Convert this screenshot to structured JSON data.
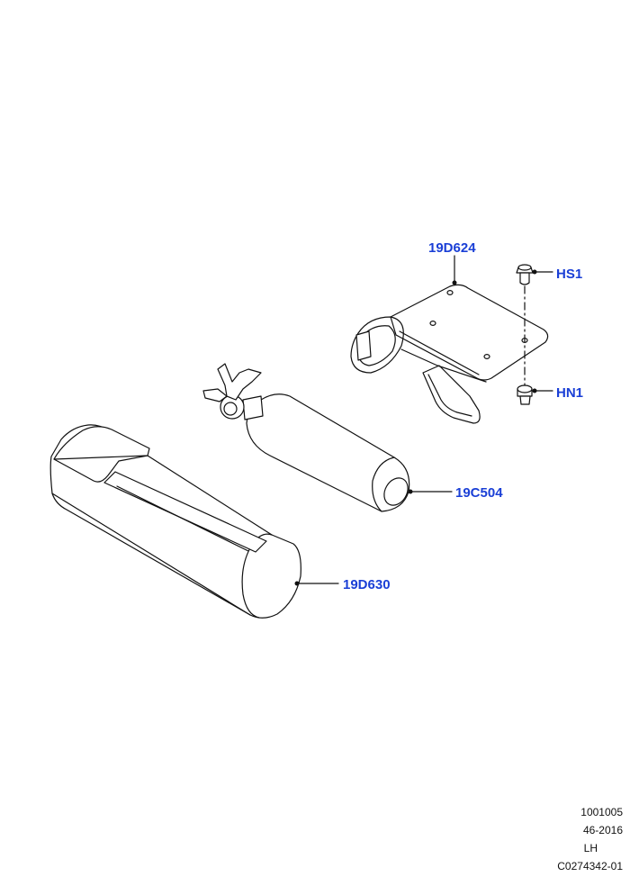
{
  "callouts": {
    "bracket": "19D624",
    "screw": "HS1",
    "nut": "HN1",
    "extinguisher": "19C504",
    "cover": "19D630"
  },
  "footer": {
    "code": "1001005",
    "date": "46-2016",
    "side": "LH",
    "ref": "C0274342-01"
  },
  "colors": {
    "callout": "#1a3fd6",
    "line": "#111111",
    "fill": "#ffffff"
  }
}
